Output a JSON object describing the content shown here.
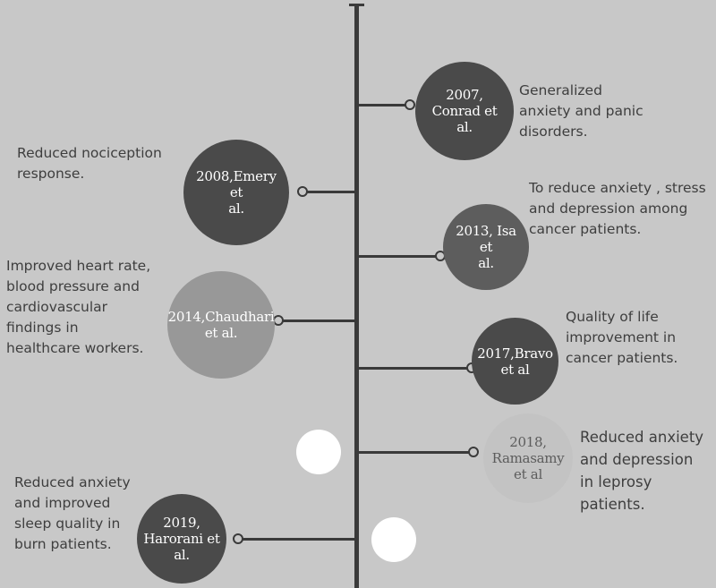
{
  "colors": {
    "background": "#c8c8c8",
    "axis": "#3a3a3a",
    "circle_dark": "#4a4a4a",
    "circle_mid": "#5d5d5d",
    "circle_light": "#989898",
    "circle_faint": "#c3c3c3",
    "outcome_text": "#3e3e3e",
    "dot": "#ffffff"
  },
  "events": [
    {
      "id": "conrad-2007",
      "label": "2007, Conrad et al.",
      "lines": [
        "2007,",
        "Conrad et",
        "al."
      ],
      "outcome": "Generalized\nanxiety and panic\ndisorders."
    },
    {
      "id": "emery-2008",
      "label": "2008, Emery et al.",
      "lines": [
        "2008,Emery et",
        "al."
      ],
      "outcome": "Reduced nociception\nresponse."
    },
    {
      "id": "isa-2013",
      "label": "2013, Isa et al.",
      "lines": [
        "2013, Isa et",
        "al."
      ],
      "outcome": "To reduce anxiety , stress\nand depression among\ncancer patients."
    },
    {
      "id": "chaudhari-2014",
      "label": "2014, Chaudhari et al.",
      "lines": [
        "2014,Chaudhari",
        "et al."
      ],
      "outcome": "Improved heart rate,\nblood pressure and\ncardiovascular\nfindings in\nhealthcare workers."
    },
    {
      "id": "bravo-2017",
      "label": "2017, Bravo et al",
      "lines": [
        "2017,Bravo",
        "et al"
      ],
      "outcome": "Quality of life\nimprovement in\ncancer patients."
    },
    {
      "id": "ramasamy-2018",
      "label": "2018, Ramasamy et al",
      "lines": [
        "2018,",
        "Ramasamy",
        "et al"
      ],
      "outcome": "Reduced anxiety\nand depression\nin leprosy\npatients."
    },
    {
      "id": "harorani-2019",
      "label": "2019, Harorani et al.",
      "lines": [
        "2019,",
        "Harorani et",
        "al."
      ],
      "outcome": "Reduced anxiety\nand improved\nsleep quality in\nburn patients."
    }
  ]
}
